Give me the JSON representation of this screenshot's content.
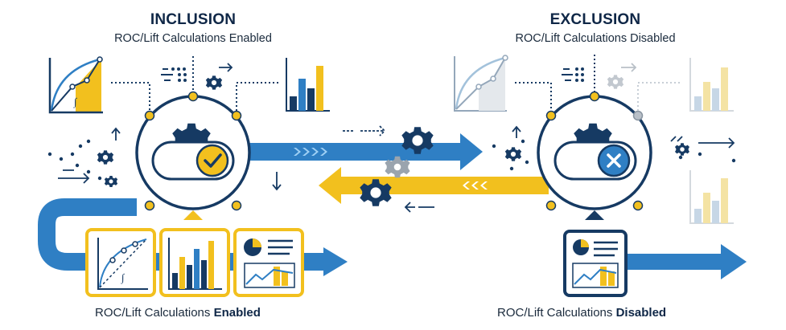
{
  "inclusion": {
    "title": "INCLUSION",
    "subtitle": "ROC/Lift Calculations Enabled",
    "caption_prefix": "ROC/Lift Calculations ",
    "caption_emphasis": "Enabled",
    "status_icon": "check-icon"
  },
  "exclusion": {
    "title": "EXCLUSION",
    "subtitle": "ROC/Lift Calculations Disabled",
    "caption_prefix": "ROC/Lift Calculations ",
    "caption_emphasis": "Disabled",
    "status_icon": "x-icon"
  },
  "colors": {
    "navy": "#163a63",
    "blue": "#2f7fc4",
    "gold": "#f2c01e",
    "pale_blue": "#c7d7e6",
    "pale_gold": "#f4e3a4",
    "grey": "#b9c0c8"
  }
}
